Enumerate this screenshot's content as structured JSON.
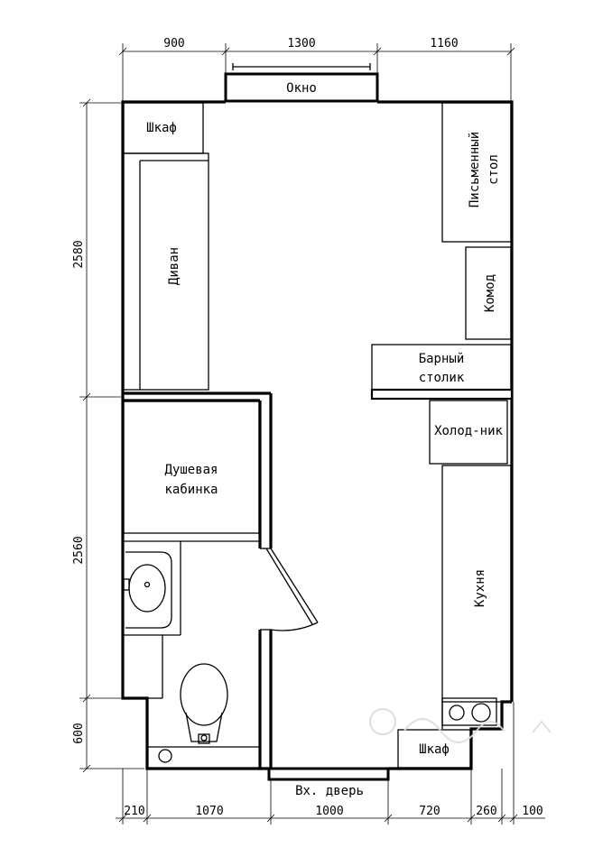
{
  "labels": {
    "window": "Окно",
    "wardrobe_top": "Шкаф",
    "sofa": "Диван",
    "desk_line1": "Письменный",
    "desk_line2": "стол",
    "dresser": "Комод",
    "bar_line1": "Барный",
    "bar_line2": "столик",
    "fridge": "Холод-ник",
    "shower_line1": "Душевая",
    "shower_line2": "кабинка",
    "kitchen": "Кухня",
    "wardrobe_bottom": "Шкаф",
    "entrance_door": "Вх. дверь"
  },
  "dimensions": {
    "top": [
      "900",
      "1300",
      "1160"
    ],
    "left": [
      "2580",
      "2560",
      "600"
    ],
    "bottom": [
      "210",
      "1070",
      "1000",
      "720",
      "260",
      "100"
    ]
  }
}
